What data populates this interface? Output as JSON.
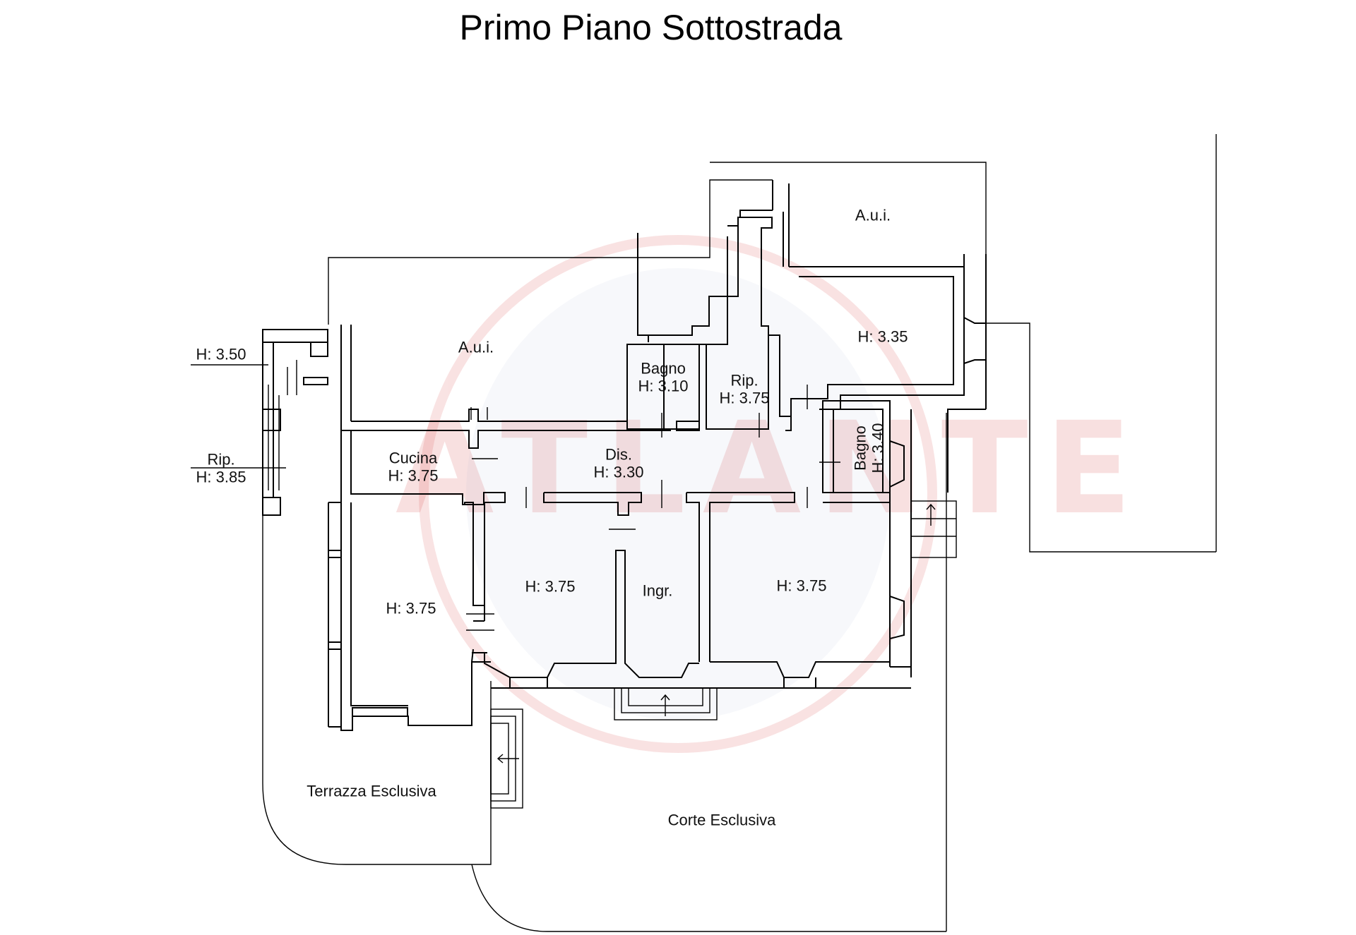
{
  "title": "Primo Piano Sottostrada",
  "watermark": {
    "text": "ATLANTE",
    "color": "#d63c3c"
  },
  "rooms": {
    "aui_left": {
      "name": "A.u.i."
    },
    "aui_right": {
      "name": "A.u.i."
    },
    "bagno_1": {
      "name": "Bagno",
      "height": "H: 3.10"
    },
    "rip_center": {
      "name": "Rip.",
      "height": "H: 3.75"
    },
    "room_335": {
      "height": "H: 3.35"
    },
    "bagno_2": {
      "name": "Bagno",
      "height": "H: 3.40"
    },
    "rip_left_top": {
      "height": "H: 3.50"
    },
    "rip_left": {
      "name": "Rip.",
      "height": "H: 3.85"
    },
    "cucina": {
      "name": "Cucina",
      "height": "H: 3.75"
    },
    "dis": {
      "name": "Dis.",
      "height": "H: 3.30"
    },
    "room_left": {
      "height": "H: 3.75"
    },
    "room_mid": {
      "height": "H: 3.75"
    },
    "ingr": {
      "name": "Ingr."
    },
    "room_right": {
      "height": "H: 3.75"
    },
    "terrazza": {
      "name": "Terrazza Esclusiva"
    },
    "corte": {
      "name": "Corte Esclusiva"
    }
  }
}
